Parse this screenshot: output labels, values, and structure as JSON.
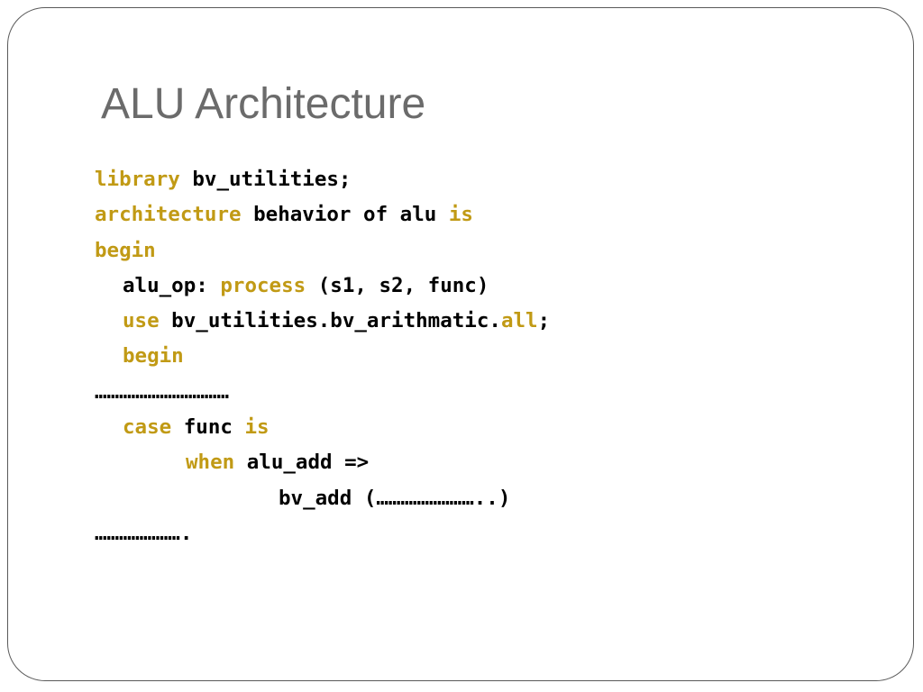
{
  "slide": {
    "title": "ALU Architecture",
    "code_lines": [
      {
        "indent": 0,
        "segments": [
          {
            "t": "library",
            "kw": true
          },
          {
            "t": " bv_utilities;",
            "kw": false
          }
        ]
      },
      {
        "indent": 0,
        "segments": [
          {
            "t": "architecture",
            "kw": true
          },
          {
            "t": " behavior of alu ",
            "kw": false
          },
          {
            "t": "is",
            "kw": true
          }
        ]
      },
      {
        "indent": 0,
        "segments": [
          {
            "t": "begin",
            "kw": true
          }
        ]
      },
      {
        "indent": 1,
        "segments": [
          {
            "t": "alu_op: ",
            "kw": false
          },
          {
            "t": "process",
            "kw": true
          },
          {
            "t": " (s1, s2, func)",
            "kw": false
          }
        ]
      },
      {
        "indent": 1,
        "segments": [
          {
            "t": "use",
            "kw": true
          },
          {
            "t": " bv_utilities.bv_arithmatic.",
            "kw": false
          },
          {
            "t": "all",
            "kw": true
          },
          {
            "t": ";",
            "kw": false
          }
        ]
      },
      {
        "indent": 1,
        "segments": [
          {
            "t": "begin",
            "kw": true
          }
        ]
      },
      {
        "indent": 0,
        "segments": [
          {
            "t": "……………………………",
            "kw": false
          }
        ]
      },
      {
        "indent": 1,
        "segments": [
          {
            "t": "case",
            "kw": true
          },
          {
            "t": " func ",
            "kw": false
          },
          {
            "t": "is",
            "kw": true
          }
        ]
      },
      {
        "indent": 2,
        "segments": [
          {
            "t": "when",
            "kw": true
          },
          {
            "t": " alu_add =>",
            "kw": false
          }
        ]
      },
      {
        "indent": 3,
        "segments": [
          {
            "t": "bv_add (……………………..)",
            "kw": false
          }
        ]
      },
      {
        "indent": 0,
        "segments": [
          {
            "t": "………………….",
            "kw": false
          }
        ]
      }
    ]
  },
  "colors": {
    "keyword": "#c19a15",
    "text": "#000000",
    "title": "#6b6b6b",
    "frame_border": "#5a5a5a"
  }
}
